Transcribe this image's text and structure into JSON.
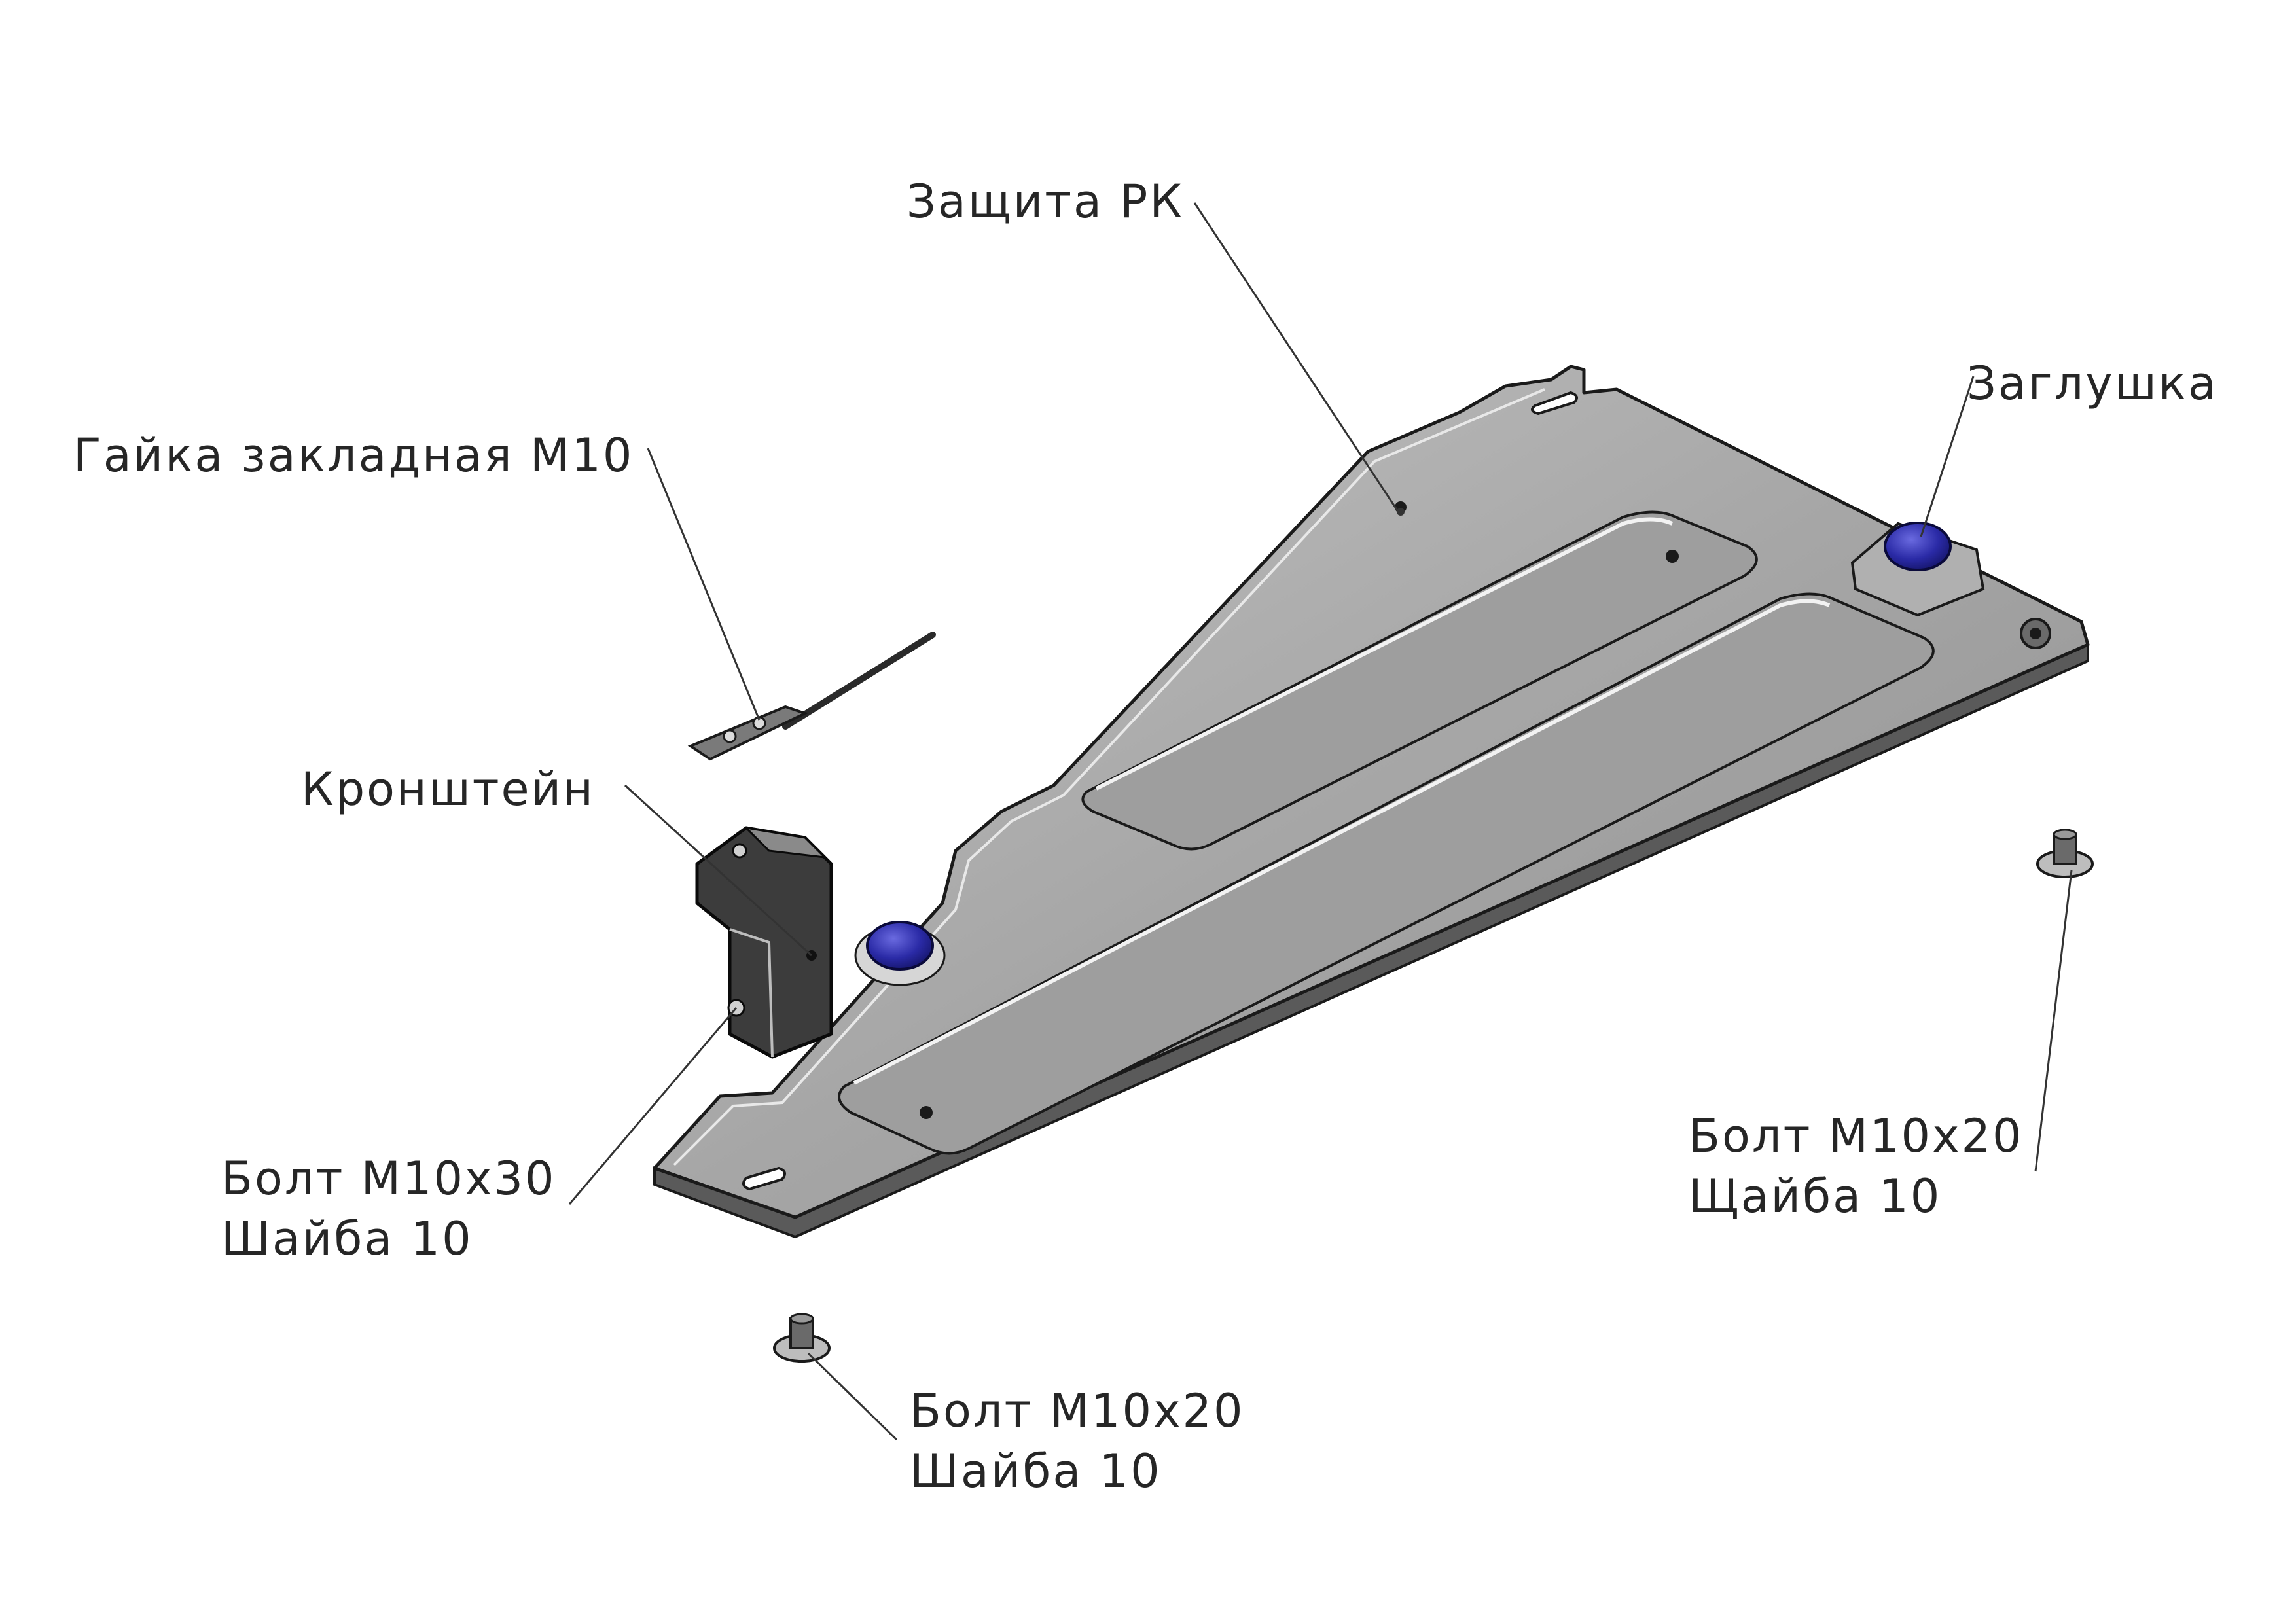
{
  "labels": {
    "skid_plate": "Защита РК",
    "plug": "Заглушка",
    "embedded_nut": "Гайка закладная М10",
    "bracket": "Кронштейн",
    "bolt_m10x30": "Болт М10х30",
    "washer_left": "Шайба 10",
    "bolt_m10x20_right": "Болт М10х20",
    "washer_right": "Щайба 10",
    "bolt_m10x20_bottom": "Болт М10х20",
    "washer_bottom": "Шайба 10"
  },
  "colors": {
    "plate_fill": "#a8a8a8",
    "plate_stroke": "#1a1a1a",
    "plug_color": "#2a2aa0",
    "bracket_color": "#3a3a3a",
    "leader_color": "#333333"
  }
}
